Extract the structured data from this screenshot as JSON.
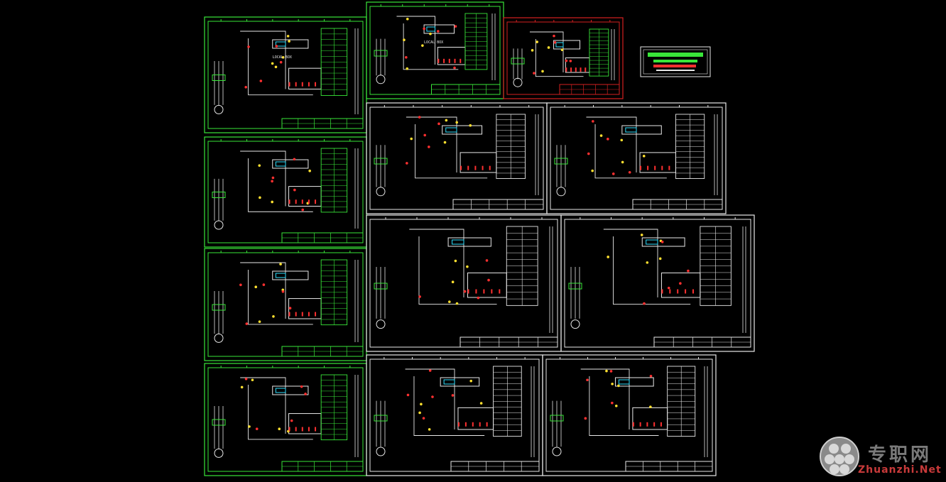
{
  "drawing": {
    "frame_labels": [
      "LOCAL BOX",
      "LOCAL BOX"
    ],
    "colors": {
      "background": "#000000",
      "frame_green": "#39e639",
      "frame_white": "#e8e8e8",
      "frame_red": "#d42020",
      "wire_red": "#ff3030",
      "wire_yellow": "#ffe030",
      "wire_cyan": "#30e0ff"
    }
  },
  "watermark": {
    "cn": "专职网",
    "en": "Zhuanzhi.Net"
  }
}
